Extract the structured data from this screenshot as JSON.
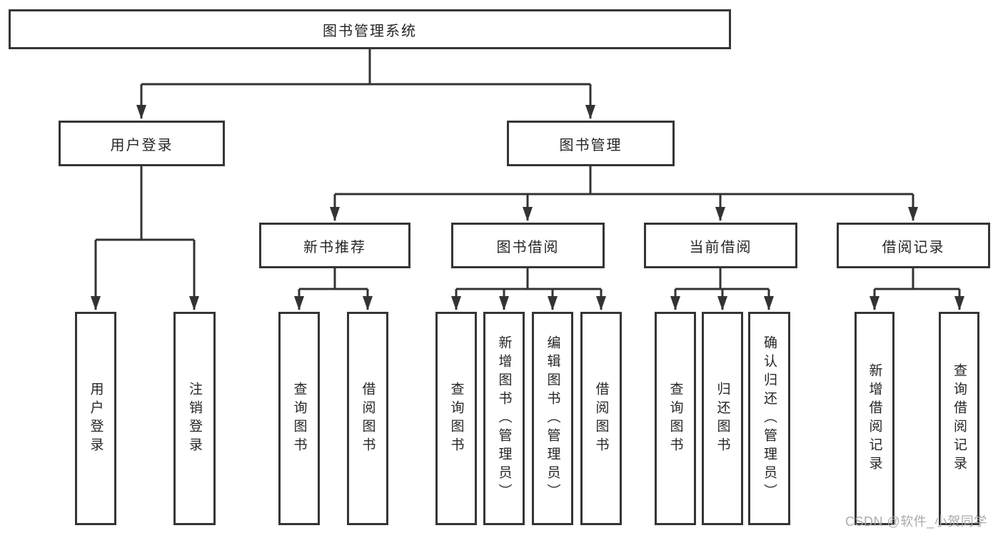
{
  "diagram": {
    "root": "图书管理系统",
    "level2": {
      "user_login": "用户登录",
      "book_mgmt": "图书管理"
    },
    "level3": {
      "new_books": "新书推荐",
      "book_borrow": "图书借阅",
      "current_borrow": "当前借阅",
      "borrow_records": "借阅记录"
    },
    "leaves": {
      "user_login": [
        "用户登录",
        "注销登录"
      ],
      "new_books": [
        "查询图书",
        "借阅图书"
      ],
      "book_borrow": [
        "查询图书",
        "新增图书（管理员）",
        "编辑图书（管理员）",
        "借阅图书"
      ],
      "current_borrow": [
        "查询图书",
        "归还图书",
        "确认归还（管理员）"
      ],
      "borrow_records": [
        "新增借阅记录",
        "查询借阅记录"
      ]
    }
  },
  "watermark": "CSDN @软件_小贺同学",
  "colors": {
    "line": "#333333",
    "box_border": "#353535",
    "text": "#262626",
    "watermark": "#a6a6a6",
    "background": "#ffffff"
  }
}
